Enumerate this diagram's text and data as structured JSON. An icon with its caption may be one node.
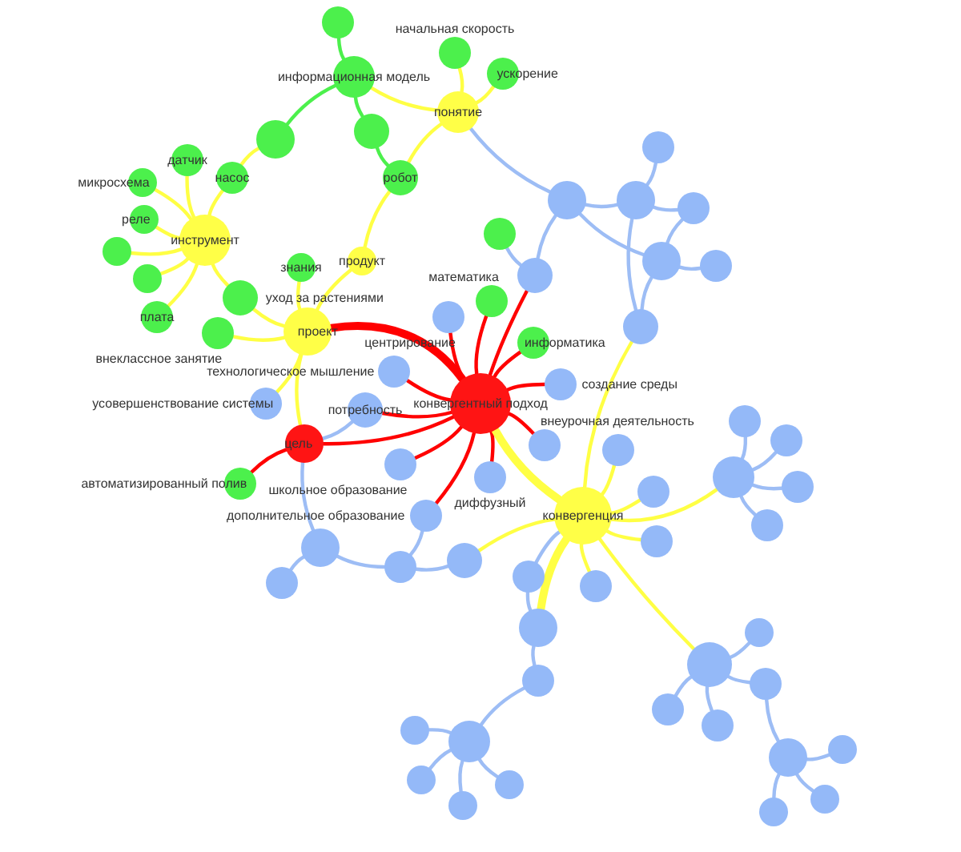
{
  "diagram": {
    "nodes": [
      {
        "text": [],
        "shape": "circle"
      },
      {
        "text": [
          "информационная модель"
        ]
      },
      {
        "text": [
          "начальная скорость"
        ]
      },
      {
        "text": [
          "ускорение"
        ]
      },
      {
        "text": [
          "понятие"
        ]
      },
      {
        "text": [],
        "shape": "circle"
      },
      {
        "text": [],
        "shape": "circle"
      },
      {
        "text": [],
        "shape": "circle"
      },
      {
        "text": [
          "датчик"
        ]
      },
      {
        "text": [
          "насос"
        ]
      },
      {
        "text": [
          "микросхема"
        ]
      },
      {
        "text": [
          "робот"
        ]
      },
      {
        "text": [],
        "shape": "circle"
      },
      {
        "text": [],
        "shape": "circle"
      },
      {
        "text": [],
        "shape": "circle"
      },
      {
        "text": [
          "реле"
        ]
      },
      {
        "text": [],
        "shape": "circle"
      },
      {
        "text": [
          "инструмент"
        ]
      },
      {
        "text": [],
        "shape": "circle"
      },
      {
        "text": [],
        "shape": "circle"
      },
      {
        "text": [],
        "shape": "circle"
      },
      {
        "text": [
          "продукт"
        ]
      },
      {
        "text": [
          "знания"
        ]
      },
      {
        "text": [],
        "shape": "circle"
      },
      {
        "text": [],
        "shape": "circle"
      },
      {
        "text": [
          "плата"
        ]
      },
      {
        "text": [
          "уход за растениями"
        ]
      },
      {
        "text": [
          "математика"
        ]
      },
      {
        "text": [
          "центрирование"
        ]
      },
      {
        "text": [],
        "shape": "circle"
      },
      {
        "text": [
          "проект"
        ]
      },
      {
        "text": [
          "информатика"
        ]
      },
      {
        "text": [
          "внеклассное занятие"
        ]
      },
      {
        "text": [
          "технологическое мышление"
        ]
      },
      {
        "text": [
          "усовершенствование системы"
        ]
      },
      {
        "text": [
          "создание среды"
        ]
      },
      {
        "text": [
          "конвергентный подход"
        ]
      },
      {
        "text": [
          "потребность"
        ]
      },
      {
        "text": [],
        "shape": "circle"
      },
      {
        "text": [
          "цель"
        ]
      },
      {
        "text": [
          "внеурочная деятельность"
        ]
      },
      {
        "text": [],
        "shape": "circle"
      },
      {
        "text": [
          "диффузный"
        ]
      },
      {
        "text": [],
        "shape": "circle"
      },
      {
        "text": [
          "автоматизированный полив"
        ]
      },
      {
        "text": [
          "школьное образование"
        ]
      },
      {
        "text": [],
        "shape": "circle"
      },
      {
        "text": [],
        "shape": "circle"
      },
      {
        "text": [],
        "shape": "circle"
      },
      {
        "text": [
          "дополнительное образование"
        ]
      },
      {
        "text": [
          "конвергенция"
        ]
      },
      {
        "text": [],
        "shape": "circle"
      },
      {
        "text": [],
        "shape": "circle"
      },
      {
        "text": [],
        "shape": "circle"
      },
      {
        "text": [],
        "shape": "circle"
      },
      {
        "text": [],
        "shape": "circle"
      },
      {
        "text": [],
        "shape": "circle"
      },
      {
        "text": [],
        "shape": "circle"
      },
      {
        "text": [],
        "shape": "circle"
      },
      {
        "text": [],
        "shape": "circle"
      },
      {
        "text": [],
        "shape": "circle"
      },
      {
        "text": [],
        "shape": "circle"
      },
      {
        "text": [],
        "shape": "circle"
      },
      {
        "text": [],
        "shape": "circle"
      },
      {
        "text": [],
        "shape": "circle"
      },
      {
        "text": [],
        "shape": "circle"
      },
      {
        "text": [],
        "shape": "circle"
      },
      {
        "text": [],
        "shape": "circle"
      },
      {
        "text": [],
        "shape": "circle"
      },
      {
        "text": [],
        "shape": "circle"
      },
      {
        "text": [],
        "shape": "circle"
      },
      {
        "text": [],
        "shape": "circle"
      },
      {
        "text": [],
        "shape": "circle"
      },
      {
        "text": [],
        "shape": "circle"
      },
      {
        "text": [],
        "shape": "circle"
      }
    ],
    "edges": [
      {
        "from": 0,
        "to": 1,
        "arrow": "none",
        "color": "#4cf04c"
      },
      {
        "from": 1,
        "to": 5,
        "arrow": "none",
        "color": "#4cf04c"
      },
      {
        "from": 1,
        "to": 6,
        "arrow": "none",
        "color": "#4cf04c"
      },
      {
        "from": 6,
        "to": 11,
        "arrow": "none",
        "color": "#4cf04c"
      },
      {
        "from": 1,
        "to": 4,
        "arrow": "none",
        "color": "#ffff44"
      },
      {
        "from": 4,
        "to": 2,
        "arrow": "none",
        "color": "#ffff44"
      },
      {
        "from": 4,
        "to": 3,
        "arrow": "none",
        "color": "#ffff44"
      },
      {
        "from": 4,
        "to": 11,
        "arrow": "none",
        "color": "#ffff44"
      },
      {
        "from": 4,
        "to": 12,
        "arrow": "none"
      },
      {
        "from": 5,
        "to": 9,
        "arrow": "none",
        "color": "#ffff44"
      },
      {
        "from": 9,
        "to": 17,
        "arrow": "none",
        "color": "#ffff44"
      },
      {
        "from": 8,
        "to": 17,
        "arrow": "none",
        "color": "#ffff44"
      },
      {
        "from": 10,
        "to": 17,
        "arrow": "none",
        "color": "#ffff44"
      },
      {
        "from": 15,
        "to": 17,
        "arrow": "none",
        "color": "#ffff44"
      },
      {
        "from": 18,
        "to": 17,
        "arrow": "none",
        "color": "#ffff44"
      },
      {
        "from": 24,
        "to": 17,
        "arrow": "none",
        "color": "#ffff44"
      },
      {
        "from": 25,
        "to": 17,
        "arrow": "none",
        "color": "#ffff44"
      },
      {
        "from": 17,
        "to": 26,
        "arrow": "none",
        "color": "#ffff44"
      },
      {
        "from": 26,
        "to": 30,
        "arrow": "none",
        "color": "#ffff44"
      },
      {
        "from": 11,
        "to": 21,
        "arrow": "none",
        "color": "#ffff44"
      },
      {
        "from": 21,
        "to": 30,
        "arrow": "none",
        "color": "#ffff44"
      },
      {
        "from": 22,
        "to": 30,
        "arrow": "none",
        "color": "#ffff44"
      },
      {
        "from": 32,
        "to": 30,
        "arrow": "none",
        "color": "#ffff44"
      },
      {
        "from": 34,
        "to": 30,
        "arrow": "none",
        "color": "#ffff44"
      },
      {
        "from": 30,
        "to": 39,
        "arrow": "none",
        "color": "#ffff44"
      },
      {
        "from": 30,
        "to": 36,
        "arrow": "none",
        "color": "#ff0000",
        "style": "thick"
      },
      {
        "from": 39,
        "to": 36,
        "arrow": "none",
        "color": "#ff0000"
      },
      {
        "from": 39,
        "to": 44,
        "arrow": "none",
        "color": "#ff0000"
      },
      {
        "from": 37,
        "to": 36,
        "arrow": "none",
        "color": "#ff0000"
      },
      {
        "from": 33,
        "to": 36,
        "arrow": "none",
        "color": "#ff0000"
      },
      {
        "from": 28,
        "to": 36,
        "arrow": "none",
        "color": "#ff0000"
      },
      {
        "from": 27,
        "to": 36,
        "arrow": "none",
        "color": "#ff0000"
      },
      {
        "from": 31,
        "to": 36,
        "arrow": "none",
        "color": "#ff0000"
      },
      {
        "from": 23,
        "to": 36,
        "arrow": "none",
        "color": "#ff0000"
      },
      {
        "from": 35,
        "to": 36,
        "arrow": "none",
        "color": "#ff0000"
      },
      {
        "from": 40,
        "to": 36,
        "arrow": "none",
        "color": "#ff0000"
      },
      {
        "from": 42,
        "to": 36,
        "arrow": "none",
        "color": "#ff0000"
      },
      {
        "from": 45,
        "to": 36,
        "arrow": "none",
        "color": "#ff0000"
      },
      {
        "from": 49,
        "to": 36,
        "arrow": "none",
        "color": "#ff0000"
      },
      {
        "from": 36,
        "to": 50,
        "arrow": "none",
        "color": "#ffff44",
        "style": "thick"
      },
      {
        "from": 16,
        "to": 23,
        "arrow": "none"
      },
      {
        "from": 12,
        "to": 23,
        "arrow": "none"
      },
      {
        "from": 12,
        "to": 13,
        "arrow": "none"
      },
      {
        "from": 12,
        "to": 19,
        "arrow": "none"
      },
      {
        "from": 13,
        "to": 7,
        "arrow": "none"
      },
      {
        "from": 13,
        "to": 14,
        "arrow": "none"
      },
      {
        "from": 14,
        "to": 19,
        "arrow": "none"
      },
      {
        "from": 19,
        "to": 20,
        "arrow": "none"
      },
      {
        "from": 13,
        "to": 29,
        "arrow": "none"
      },
      {
        "from": 19,
        "to": 29,
        "arrow": "none"
      },
      {
        "from": 29,
        "to": 50,
        "arrow": "none",
        "color": "#ffff44"
      },
      {
        "from": 39,
        "to": 37,
        "arrow": "none"
      },
      {
        "from": 39,
        "to": 51,
        "arrow": "none"
      },
      {
        "from": 51,
        "to": 56,
        "arrow": "none"
      },
      {
        "from": 51,
        "to": 53,
        "arrow": "none"
      },
      {
        "from": 53,
        "to": 49,
        "arrow": "none"
      },
      {
        "from": 53,
        "to": 54,
        "arrow": "none"
      },
      {
        "from": 50,
        "to": 54,
        "arrow": "none",
        "color": "#ffff44"
      },
      {
        "from": 50,
        "to": 43,
        "arrow": "none",
        "color": "#ffff44"
      },
      {
        "from": 50,
        "to": 48,
        "arrow": "none",
        "color": "#ffff44"
      },
      {
        "from": 50,
        "to": 46,
        "arrow": "none",
        "color": "#ffff44"
      },
      {
        "from": 50,
        "to": 55,
        "arrow": "none",
        "color": "#ffff44"
      },
      {
        "from": 50,
        "to": 61,
        "arrow": "none",
        "color": "#ffff44"
      },
      {
        "from": 50,
        "to": 58,
        "arrow": "none",
        "color": "#ffff44"
      },
      {
        "from": 50,
        "to": 59,
        "arrow": "none",
        "color": "#ffff44",
        "style": "thick"
      },
      {
        "from": 50,
        "to": 57,
        "arrow": "none"
      },
      {
        "from": 57,
        "to": 59,
        "arrow": "none"
      },
      {
        "from": 59,
        "to": 62,
        "arrow": "none"
      },
      {
        "from": 62,
        "to": 67,
        "arrow": "none"
      },
      {
        "from": 67,
        "to": 66,
        "arrow": "none"
      },
      {
        "from": 67,
        "to": 70,
        "arrow": "none"
      },
      {
        "from": 67,
        "to": 73,
        "arrow": "none"
      },
      {
        "from": 67,
        "to": 71,
        "arrow": "none"
      },
      {
        "from": 46,
        "to": 38,
        "arrow": "none"
      },
      {
        "from": 46,
        "to": 41,
        "arrow": "none"
      },
      {
        "from": 46,
        "to": 47,
        "arrow": "none"
      },
      {
        "from": 46,
        "to": 52,
        "arrow": "none"
      },
      {
        "from": 61,
        "to": 60,
        "arrow": "none"
      },
      {
        "from": 61,
        "to": 63,
        "arrow": "none"
      },
      {
        "from": 61,
        "to": 64,
        "arrow": "none"
      },
      {
        "from": 61,
        "to": 65,
        "arrow": "none"
      },
      {
        "from": 63,
        "to": 69,
        "arrow": "none"
      },
      {
        "from": 69,
        "to": 68,
        "arrow": "none"
      },
      {
        "from": 69,
        "to": 72,
        "arrow": "none"
      },
      {
        "from": 69,
        "to": 74,
        "arrow": "none"
      }
    ]
  }
}
